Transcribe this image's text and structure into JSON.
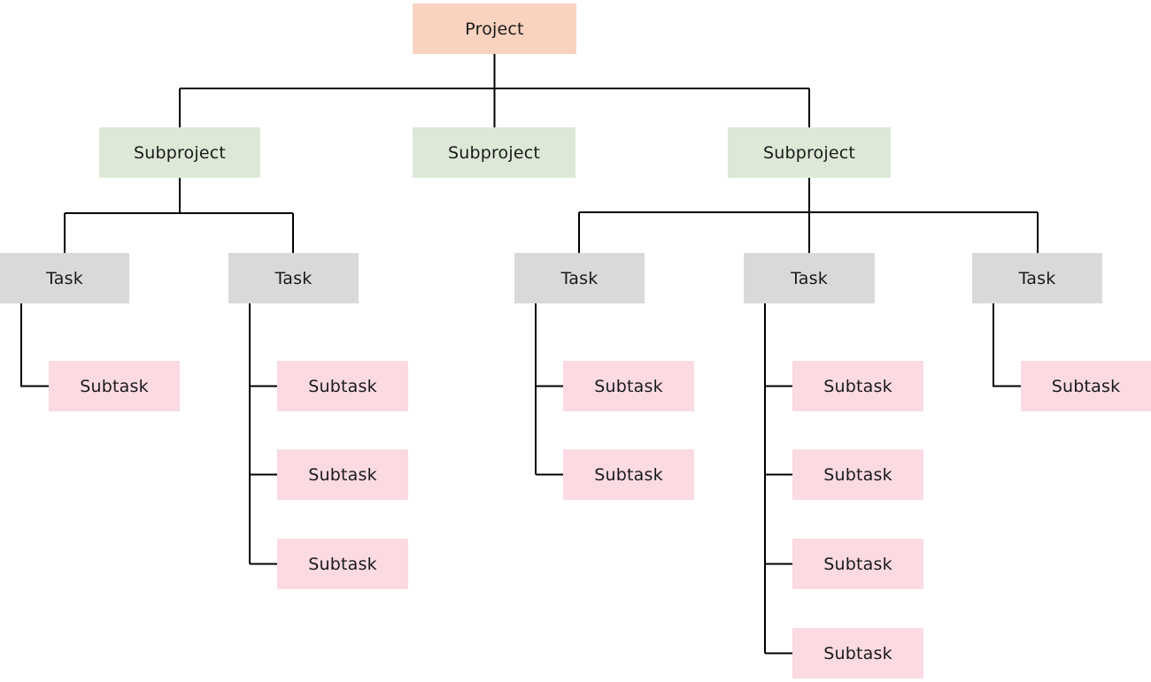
{
  "colors": {
    "background": "#ffffff",
    "project_fill": "#f9d3bf",
    "subproject_fill": "#dde9d6",
    "task_fill": "#d9d9d9",
    "subtask_fill": "#fbdae2",
    "line": "#000000",
    "text": "#1a1a1a"
  },
  "nodes": {
    "project": {
      "label": "Project"
    },
    "subprojects": [
      {
        "label": "Subproject"
      },
      {
        "label": "Subproject"
      },
      {
        "label": "Subproject"
      }
    ],
    "tasks": [
      {
        "label": "Task",
        "parent_subproject": 1,
        "subtasks": [
          {
            "label": "Subtask"
          }
        ]
      },
      {
        "label": "Task",
        "parent_subproject": 1,
        "subtasks": [
          {
            "label": "Subtask"
          },
          {
            "label": "Subtask"
          },
          {
            "label": "Subtask"
          }
        ]
      },
      {
        "label": "Task",
        "parent_subproject": 3,
        "subtasks": [
          {
            "label": "Subtask"
          },
          {
            "label": "Subtask"
          }
        ]
      },
      {
        "label": "Task",
        "parent_subproject": 3,
        "subtasks": [
          {
            "label": "Subtask"
          },
          {
            "label": "Subtask"
          },
          {
            "label": "Subtask"
          },
          {
            "label": "Subtask"
          }
        ]
      },
      {
        "label": "Task",
        "parent_subproject": 3,
        "subtasks": [
          {
            "label": "Subtask"
          }
        ]
      }
    ]
  }
}
